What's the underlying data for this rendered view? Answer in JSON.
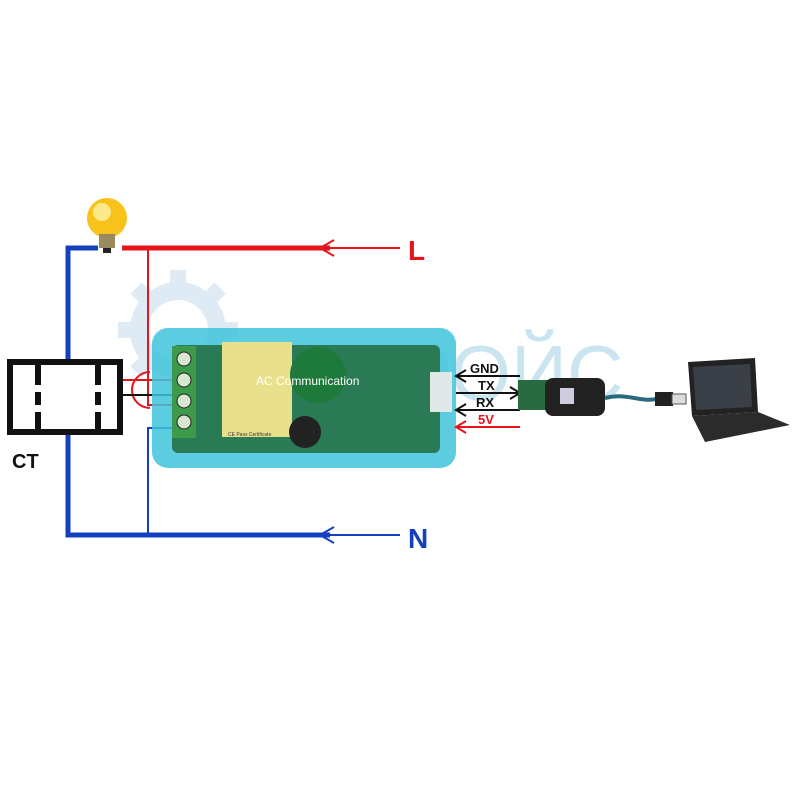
{
  "labels": {
    "line": "L",
    "neutral": "N",
    "ct": "CT"
  },
  "signals": [
    {
      "name": "GND",
      "direction": "in"
    },
    {
      "name": "TX",
      "direction": "out"
    },
    {
      "name": "RX",
      "direction": "in"
    },
    {
      "name": "5V",
      "direction": "in"
    }
  ],
  "module": {
    "title": "AC Communication",
    "cert": "CE Pass Certificate"
  },
  "watermark": "РОЙС",
  "colors": {
    "live": "#e8141c",
    "neutral": "#1440c0",
    "signal": "#111111",
    "power": "#e8141c",
    "module": "#3fc4dc"
  }
}
